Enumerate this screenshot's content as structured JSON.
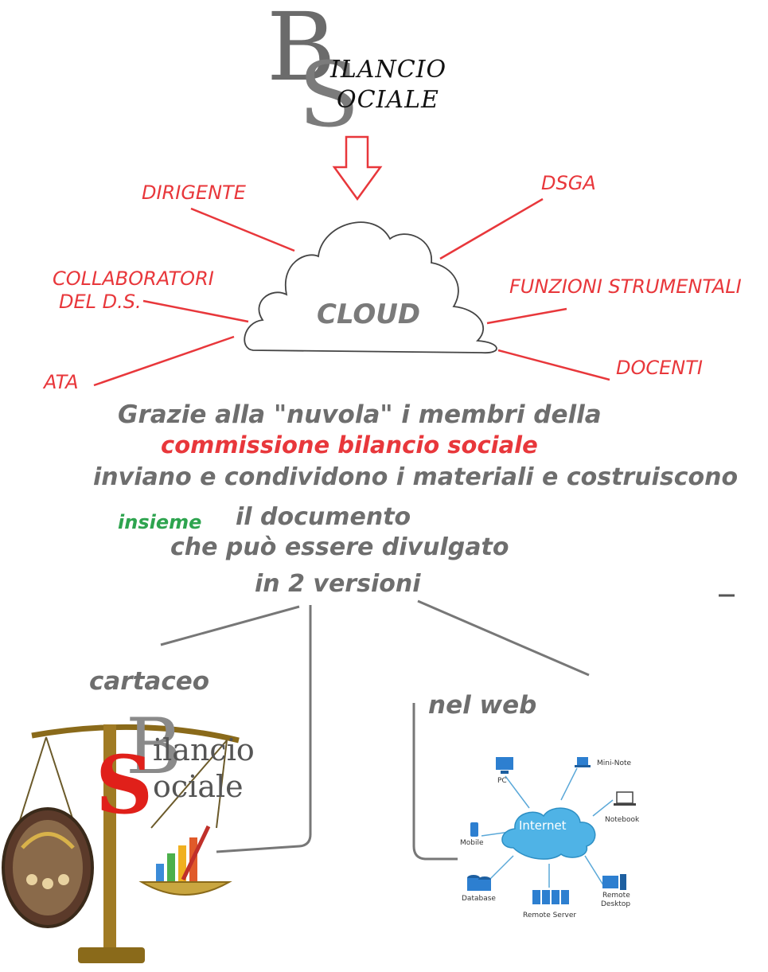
{
  "logo_top": {
    "big_b": "B",
    "big_s": "S",
    "line1": "ILANCIO",
    "line2": "OCIALE"
  },
  "roles": {
    "dirigente": "DIRIGENTE",
    "dsga": "DSGA",
    "collaboratori_1": "COLLABORATORI",
    "collaboratori_2": "DEL D.S.",
    "funzioni": "FUNZIONI STRUMENTALI",
    "ata": "ATA",
    "docenti": "DOCENTI"
  },
  "cloud_label": "CLOUD",
  "text": {
    "line1": "Grazie alla \"nuvola\" i membri della",
    "line2": "commissione bilancio sociale",
    "line3": "inviano e condividono i materiali e costruiscono",
    "insieme": "insieme",
    "line4": "il documento",
    "line5": "che può essere divulgato",
    "line6": "in 2 versioni"
  },
  "branches": {
    "left": "cartaceo",
    "right": "nel web"
  },
  "scale_logo": {
    "b": "B",
    "s": "S",
    "line1": "ilancio",
    "line2": "ociale"
  },
  "network": {
    "center": "Internet",
    "nodes": {
      "pc": "PC",
      "mininote": "Mini-Note",
      "notebook": "Notebook",
      "mobile": "Mobile",
      "database": "Database",
      "remote_server": "Remote Server",
      "remote_desktop_1": "Remote",
      "remote_desktop_2": "Desktop"
    }
  },
  "colors": {
    "accent_red": "#e8373b",
    "text_grey": "#6e6e6e",
    "green": "#2ea44f",
    "cloud_blue": "#4fb3e6"
  }
}
